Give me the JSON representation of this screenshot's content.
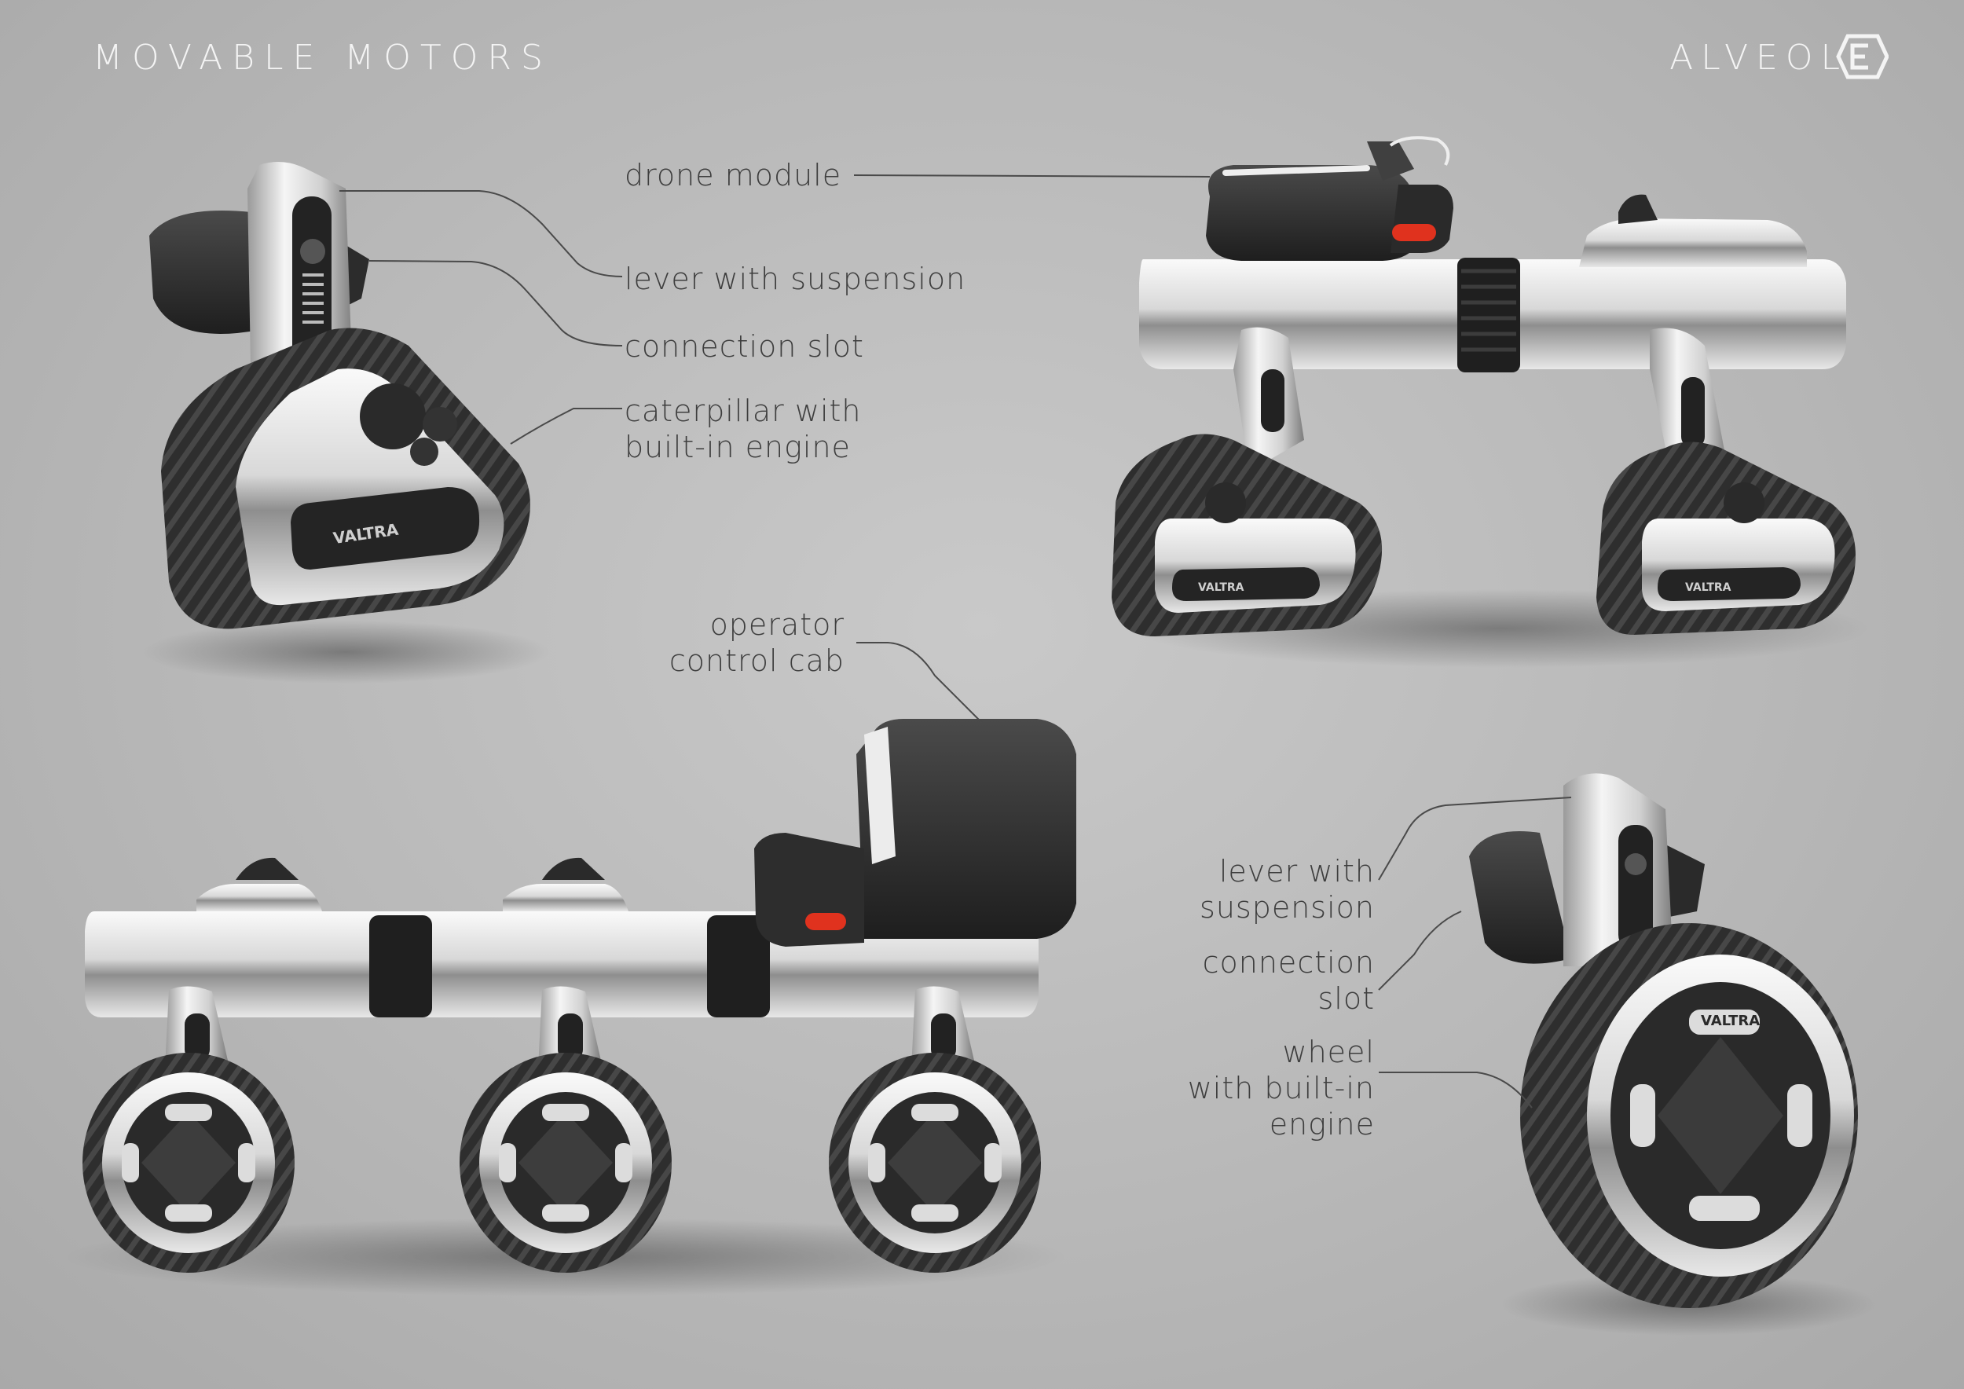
{
  "header": {
    "title_left": "MOVABLE MOTORS",
    "brand_right": "ALVEOL",
    "brand_logo": "hexagon-e-logo"
  },
  "labels": {
    "drone_module": "drone module",
    "lever_with_suspension_top": "lever with suspension",
    "connection_slot_top": "connection slot",
    "caterpillar_line1": "caterpillar with",
    "caterpillar_line2": "built-in engine",
    "operator_line1": "operator",
    "operator_line2": "control cab",
    "lever_line1": "lever with",
    "lever_line2": "suspension",
    "connection_line1": "connection",
    "connection_line2": "slot",
    "wheel_line1": "wheel",
    "wheel_line2": "with built-in",
    "wheel_line3": "engine"
  },
  "brand_stamp": "VALTRA",
  "colors": {
    "background": "#b8b8b8",
    "header_text": "#f4f4f4",
    "label_text": "#3e3e3e",
    "chrome": "#e4e4e4",
    "rubber": "#2b2b2b",
    "indicator": "#e0321e"
  }
}
